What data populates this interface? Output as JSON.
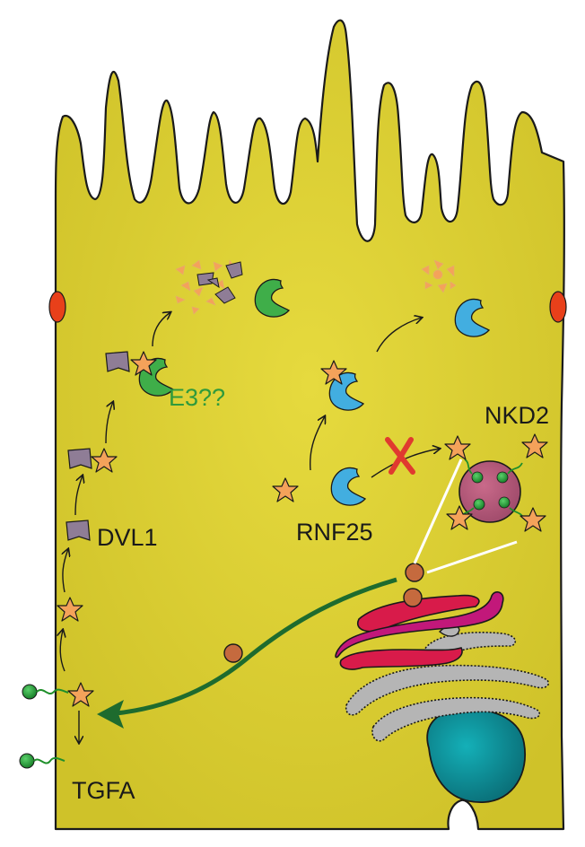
{
  "labels": {
    "e3": "E3??",
    "dvl1": "DVL1",
    "rnf25": "RNF25",
    "nkd2": "NKD2",
    "tgfa": "TGFA"
  },
  "colors": {
    "cytoplasm": "#ddd135",
    "cytoplasm_dark": "#c9bd22",
    "outline": "#1a1a1a",
    "tgfa_star": "#f4a25a",
    "green_e3": "#3fae49",
    "blue_rnf25": "#42aee0",
    "purple_dvl1": "#8f7d96",
    "vesicle": "#b35b7a",
    "golgi_red": "#d81b4a",
    "golgi_magenta": "#c2187a",
    "er_gray": "#b5b5b5",
    "nucleus": "#0f8f97",
    "transport_arrow": "#1e6b2e",
    "inhibit_x": "#e03a2f",
    "junction": "#e8401a",
    "tgfa_ligand": "#1f8f2a"
  }
}
